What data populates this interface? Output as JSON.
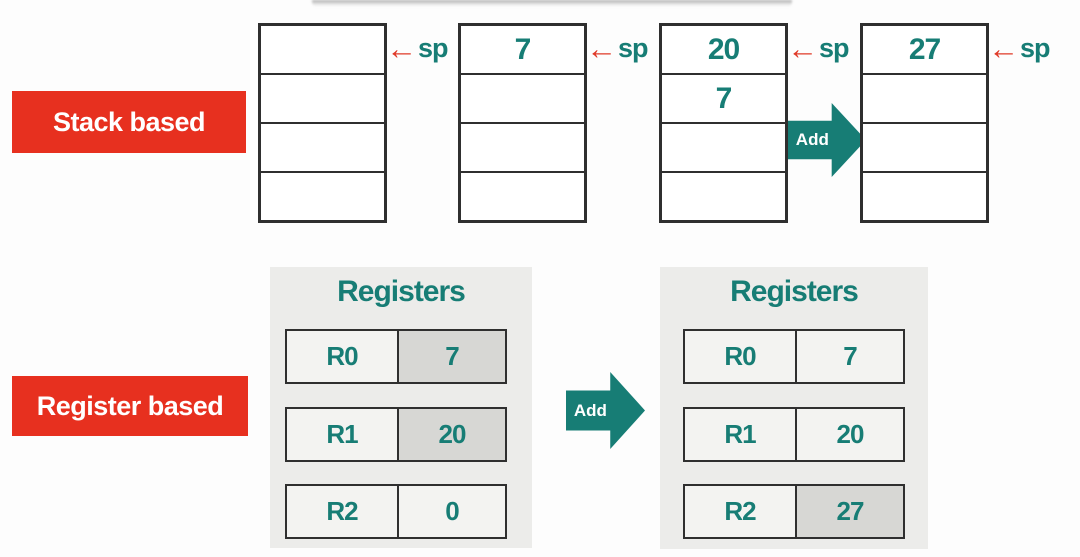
{
  "colors": {
    "accent_red": "#e7301f",
    "accent_teal": "#177d75",
    "panel_grey": "#ececea",
    "cell_light": "#f3f3f1",
    "cell_highlight": "#d7d7d4",
    "border_dark": "#2f2f2f"
  },
  "stack_section": {
    "label": "Stack based",
    "sp": {
      "arrow": "←",
      "label": "sp"
    },
    "add_label": "Add",
    "stacks": [
      {
        "cells": [
          "",
          "",
          "",
          ""
        ]
      },
      {
        "cells": [
          "7",
          "",
          "",
          ""
        ]
      },
      {
        "cells": [
          "20",
          "7",
          "",
          ""
        ]
      },
      {
        "cells": [
          "27",
          "",
          "",
          ""
        ]
      }
    ]
  },
  "register_section": {
    "label": "Register based",
    "add_label": "Add",
    "tables": [
      {
        "title": "Registers",
        "rows": [
          {
            "name": "R0",
            "value": "7",
            "highlight": true
          },
          {
            "name": "R1",
            "value": "20",
            "highlight": true
          },
          {
            "name": "R2",
            "value": "0",
            "highlight": false
          }
        ]
      },
      {
        "title": "Registers",
        "rows": [
          {
            "name": "R0",
            "value": "7",
            "highlight": false
          },
          {
            "name": "R1",
            "value": "20",
            "highlight": false
          },
          {
            "name": "R2",
            "value": "27",
            "highlight": true
          }
        ]
      }
    ]
  }
}
